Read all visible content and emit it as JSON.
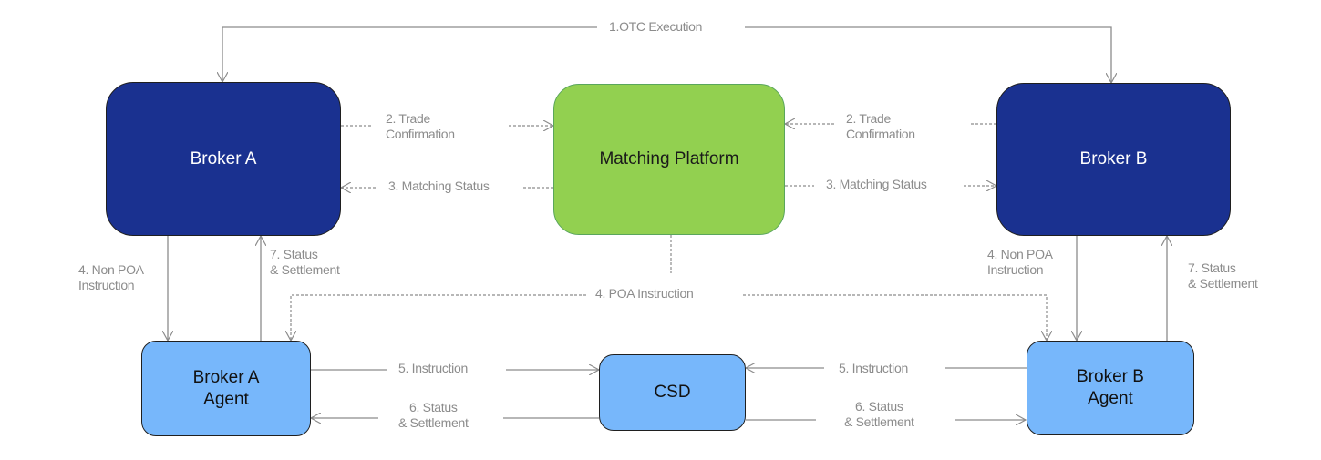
{
  "diagram": {
    "nodes": {
      "broker_a": "Broker A",
      "matching_platform": "Matching Platform",
      "broker_b": "Broker B",
      "broker_a_agent": "Broker A\nAgent",
      "csd": "CSD",
      "broker_b_agent": "Broker B\nAgent"
    },
    "edges": {
      "otc_execution": "1.OTC Execution",
      "trade_confirmation_a": "2. Trade\nConfirmation",
      "trade_confirmation_b": "2. Trade\nConfirmation",
      "matching_status_a": "3. Matching Status",
      "matching_status_b": "3. Matching Status",
      "non_poa_instruction_a": "4.  Non POA\nInstruction",
      "non_poa_instruction_b": "4. Non POA\nInstruction",
      "poa_instruction": "4. POA Instruction",
      "instruction_a": "5. Instruction",
      "instruction_b": "5. Instruction",
      "status_settlement_a_csd": "6. Status\n& Settlement",
      "status_settlement_b_csd": "6. Status\n& Settlement",
      "status_settlement_a": "7. Status\n& Settlement",
      "status_settlement_b": "7. Status\n& Settlement"
    },
    "colors": {
      "broker": "#1a3190",
      "matching_platform": "#92d050",
      "agent": "#77b7fb",
      "connector": "#8c8c8c"
    }
  }
}
